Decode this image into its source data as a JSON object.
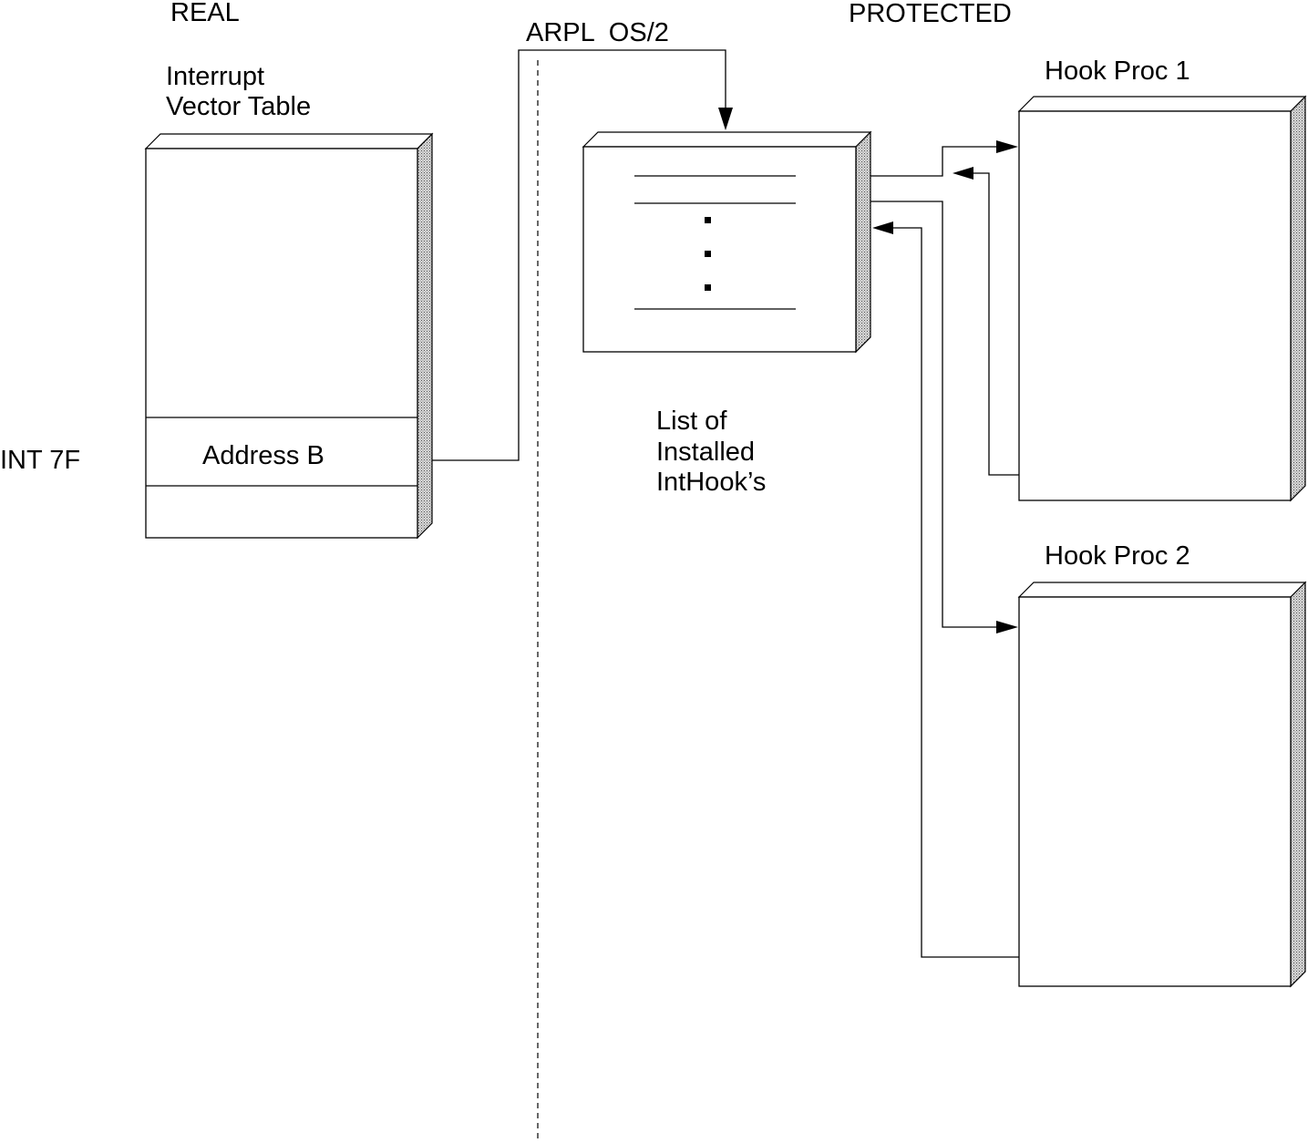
{
  "labels": {
    "real": "REAL",
    "protected": "PROTECTED",
    "arpl_os2": "ARPL  OS/2",
    "ivt_line1": "Interrupt",
    "ivt_line2": "Vector Table",
    "int7f": "INT 7F",
    "address_b": "Address B",
    "list_line1": "List of",
    "list_line2": "Installed",
    "list_line3": "IntHook’s",
    "hook1": "Hook Proc 1",
    "hook2": "Hook Proc 2"
  },
  "colors": {
    "line": "#000000",
    "background": "#ffffff",
    "shade": "#9a9a9a"
  }
}
